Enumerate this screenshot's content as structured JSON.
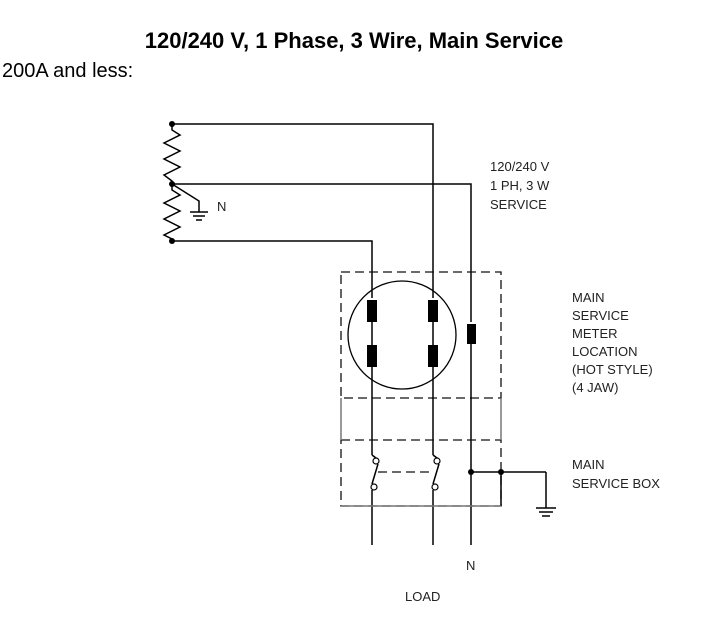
{
  "title": "120/240 V, 1 Phase, 3 Wire, Main Service",
  "subtitle": "200A and less:",
  "labels": {
    "service": [
      "120/240 V",
      "1 PH, 3 W",
      "SERVICE"
    ],
    "neutral_top": "N",
    "meter": [
      "MAIN",
      "SERVICE",
      "METER",
      "LOCATION",
      "(HOT STYLE)",
      "(4 JAW)"
    ],
    "service_box": [
      "MAIN",
      "SERVICE BOX"
    ],
    "neutral_bottom": "N",
    "load": "LOAD"
  }
}
